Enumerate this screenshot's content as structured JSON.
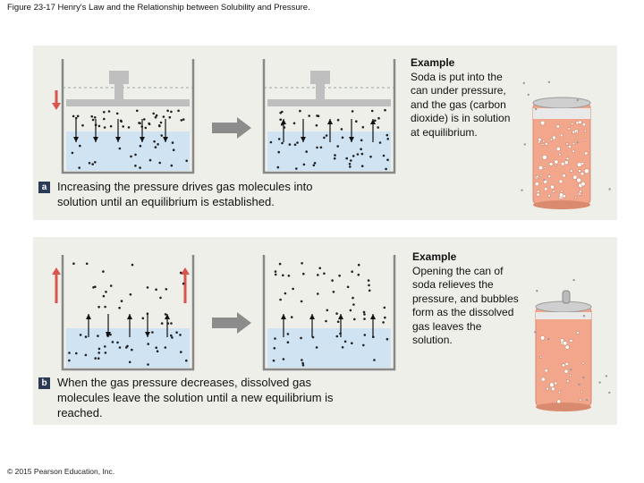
{
  "figure_title": "Figure 23-17 Henry's Law and the Relationship between Solubility and Pressure.",
  "panel_a": {
    "letter": "a",
    "caption": "Increasing the pressure drives gas molecules into solution until an equilibrium is established.",
    "example_heading": "Example",
    "example_text": "Soda is put into the can under pressure, and the gas (carbon dioxide) is in solution at equilibrium."
  },
  "panel_b": {
    "letter": "b",
    "caption": "When the gas pressure decreases, dissolved gas molecules leave the solution until a new equilibrium is reached.",
    "example_heading": "Example",
    "example_text": "Opening the can of soda relieves the pressure, and bubbles form as the dissolved gas leaves the solution."
  },
  "copyright": "© 2015 Pearson Education, Inc.",
  "colors": {
    "panel_bg": "#efefe9",
    "solution": "#cfe3f3",
    "pressure_arrow": "#d9534f",
    "process_arrow": "#8c8c8c",
    "soda": "#f2a68c",
    "badge": "#2b3a55"
  }
}
